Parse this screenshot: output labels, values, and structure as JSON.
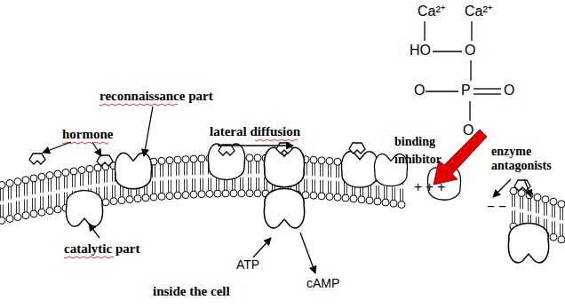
{
  "diagram": {
    "labels": [
      "Ca²⁺",
      "Ca²⁺",
      "HO",
      "O",
      "O",
      "P",
      "O",
      "O",
      "reconnaissance part",
      "hormone",
      "lateral diffusion",
      "binding",
      "inhibitor",
      "enzyme antagonists",
      "+ + +",
      "− −",
      "catalytic part",
      "ATP",
      "cAMP",
      "inside the cell"
    ]
  }
}
